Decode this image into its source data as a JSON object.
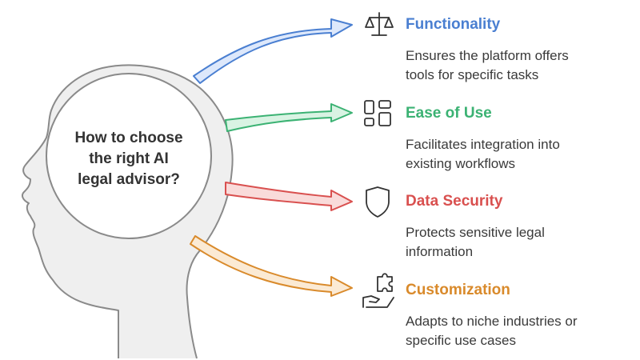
{
  "question": {
    "lines": [
      "How to choose",
      "the right AI",
      "legal advisor?"
    ]
  },
  "items": [
    {
      "title": "Functionality",
      "desc": [
        "Ensures the platform offers",
        "tools for specific tasks"
      ],
      "color": "#4a7fd1",
      "arrow_fill": "#dde8fb",
      "icon": "balance-scale-icon"
    },
    {
      "title": "Ease of Use",
      "desc": [
        "Facilitates integration into",
        "existing workflows"
      ],
      "color": "#3bb273",
      "arrow_fill": "#d9f3e3",
      "icon": "layout-grid-icon"
    },
    {
      "title": "Data Security",
      "desc": [
        "Protects sensitive legal",
        "information"
      ],
      "color": "#d9504f",
      "arrow_fill": "#f9dbda",
      "icon": "shield-icon"
    },
    {
      "title": "Customization",
      "desc": [
        "Adapts to niche industries or",
        "specific use cases"
      ],
      "color": "#d98a2b",
      "arrow_fill": "#fbead4",
      "icon": "puzzle-hand-icon"
    }
  ]
}
